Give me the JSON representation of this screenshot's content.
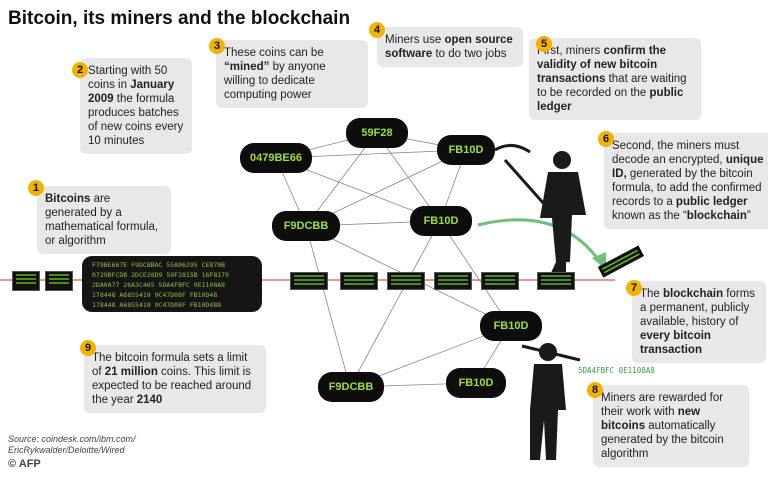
{
  "title": "Bitcoin, its miners and the blockchain",
  "steps": [
    {
      "n": "1",
      "parts": [
        {
          "t": "Bitcoins",
          "b": true
        },
        {
          "t": " are generated by a mathematical formula, or algorithm",
          "b": false
        }
      ]
    },
    {
      "n": "2",
      "parts": [
        {
          "t": "Starting with 50 coins in ",
          "b": false
        },
        {
          "t": "January 2009",
          "b": true
        },
        {
          "t": " the formula produces batches of new coins every 10 minutes",
          "b": false
        }
      ]
    },
    {
      "n": "3",
      "parts": [
        {
          "t": "These coins can be ",
          "b": false
        },
        {
          "t": "“mined”",
          "b": true
        },
        {
          "t": " by anyone willing to dedicate computing power",
          "b": false
        }
      ]
    },
    {
      "n": "4",
      "parts": [
        {
          "t": "Miners use ",
          "b": false
        },
        {
          "t": "open source software",
          "b": true
        },
        {
          "t": " to do two jobs",
          "b": false
        }
      ]
    },
    {
      "n": "5",
      "parts": [
        {
          "t": "First, miners ",
          "b": false
        },
        {
          "t": "confirm the validity of new bitcoin transactions",
          "b": true
        },
        {
          "t": " that are waiting to be recorded on the ",
          "b": false
        },
        {
          "t": "public ledger",
          "b": true
        }
      ]
    },
    {
      "n": "6",
      "parts": [
        {
          "t": "Second, the miners must decode an encrypted, ",
          "b": false
        },
        {
          "t": "unique ID,",
          "b": true
        },
        {
          "t": " generated by the bitcoin formula, to add the confirmed records to a ",
          "b": false
        },
        {
          "t": "public ledger",
          "b": true
        },
        {
          "t": " known as the “",
          "b": false
        },
        {
          "t": "blockchain",
          "b": true
        },
        {
          "t": "”",
          "b": false
        }
      ]
    },
    {
      "n": "7",
      "parts": [
        {
          "t": "The ",
          "b": false
        },
        {
          "t": "blockchain",
          "b": true
        },
        {
          "t": " forms a permanent, publicly available, history of ",
          "b": false
        },
        {
          "t": "every bitcoin transaction",
          "b": true
        }
      ]
    },
    {
      "n": "8",
      "parts": [
        {
          "t": "Miners are rewarded for their work with ",
          "b": false
        },
        {
          "t": "new bitcoins",
          "b": true
        },
        {
          "t": " automatically generated by the bitcoin algorithm",
          "b": false
        }
      ]
    },
    {
      "n": "9",
      "parts": [
        {
          "t": "The bitcoin formula sets a limit of ",
          "b": false
        },
        {
          "t": "21 million",
          "b": true
        },
        {
          "t": " coins. This limit is expected to be reached around the year ",
          "b": false
        },
        {
          "t": "2140",
          "b": true
        }
      ]
    }
  ],
  "nodes": [
    "59F28",
    "0479BE66",
    "FB10D",
    "F9DCBB",
    "FB10D",
    "FB10D",
    "F9DCBB",
    "FB10D"
  ],
  "block_text": [
    "F79BE667E F9DCBBAC 55A06295 CE870B",
    "0729BFCDB 2DCE28D9 59F2815B 16F8179",
    "2DA0A77 26A3C465 5DA4FBFC 0E1108A8",
    "178448 A6855419 9C47D08F FB10D48",
    "178448 A6855419 9C47D08F FB10D488"
  ],
  "hash_label": "5DA4FBFC 0E1108A8",
  "source": [
    "Source: coindesk.com/ibm.com/",
    "EricRykwalder/Deloitte/Wired"
  ],
  "credit": "© AFP",
  "colors": {
    "accent": "#f0b400",
    "node_text": "#9ede3a",
    "arrow": "#6fbf7a",
    "chain_line": "#d9534f"
  }
}
